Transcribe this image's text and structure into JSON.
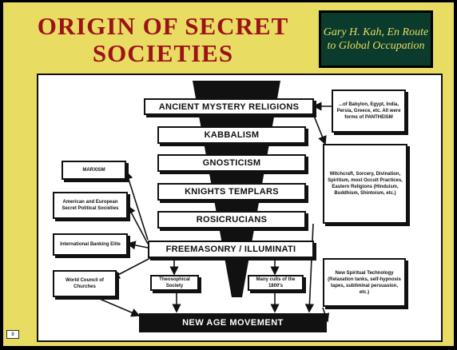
{
  "title": {
    "line1": "ORIGIN OF SECRET",
    "line2": "SOCIETIES"
  },
  "credit": "Gary H. Kah, En Route to Global Occupation",
  "chain": [
    "ANCIENT MYSTERY RELIGIONS",
    "KABBALISM",
    "GNOSTICISM",
    "KNIGHTS TEMPLARS",
    "ROSICRUCIANS",
    "FREEMASONRY / ILLUMINATI"
  ],
  "left_boxes": [
    "MARXISM",
    "American and European Secret Political Societies",
    "International Banking Elite",
    "World Council of Churches"
  ],
  "right_notes": {
    "ancient": "...of Babylon, Egypt, India, Persia, Greece, etc. All were forms of PANTHEISM",
    "occult": "Witchcraft, Sorcery, Divination, Spiritism, most Occult Practices, Eastern Religions (Hinduism, Buddhism, Shintoism, etc.)",
    "spiritual": "New Spiritual Technology (Relaxation tanks, self-hypnosis tapes, subliminal persuasion, etc.)"
  },
  "mid_boxes": {
    "theosophical": "Theosophical Society",
    "cults": "Many cults of the 1800's"
  },
  "bottom": "NEW AGE MOVEMENT",
  "page_number": "8",
  "colors": {
    "background": "#e9dc63",
    "title": "#9b1218",
    "credit_box": "#0a3b2c",
    "dark": "#111111"
  }
}
